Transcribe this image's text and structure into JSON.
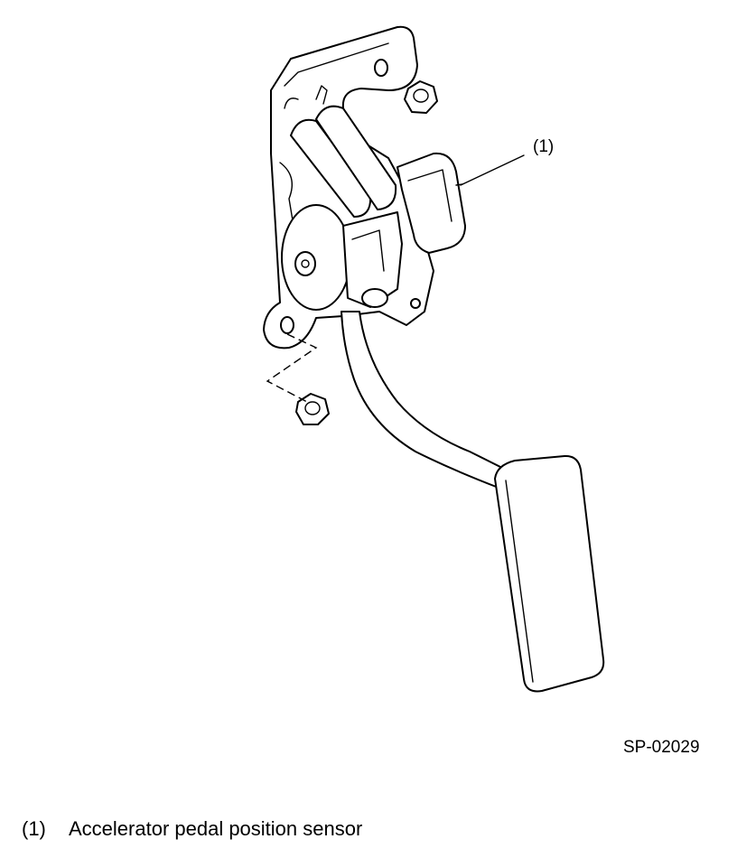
{
  "figure": {
    "callout_label": "(1)",
    "figure_code": "SP-02029"
  },
  "legend": {
    "items": [
      {
        "number": "(1)",
        "text": "Accelerator pedal position sensor"
      }
    ]
  }
}
